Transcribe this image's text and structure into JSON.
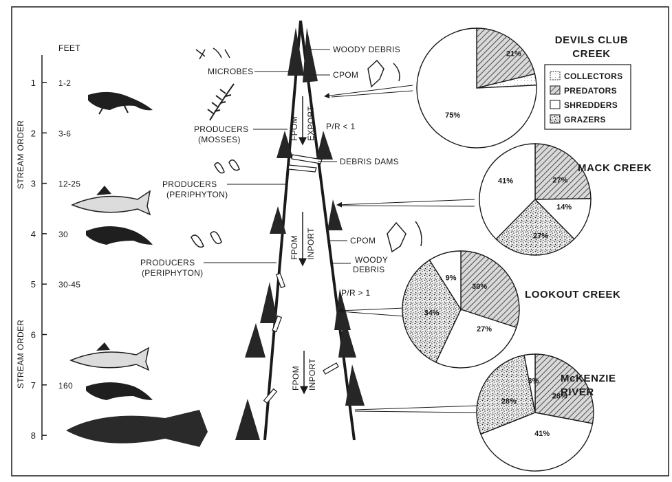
{
  "axis": {
    "feet_header": "FEET",
    "stream_order_label": "STREAM ORDER",
    "orders": [
      "1",
      "2",
      "3",
      "4",
      "5",
      "6",
      "7",
      "8"
    ],
    "feet": [
      "1-2",
      "3-6",
      "12-25",
      "30",
      "30-45",
      "",
      "160",
      ""
    ]
  },
  "labels": {
    "microbes": "MICROBES",
    "woody_debris_top": "WOODY DEBRIS",
    "cpom_top": "CPOM",
    "producers_mosses": "PRODUCERS",
    "mosses_sub": "(MOSSES)",
    "fpom_export": "FPOM",
    "export_word": "EXPORT",
    "pr_lt": "P/R < 1",
    "debris_dams": "DEBRIS DAMS",
    "producers_peri1": "PRODUCERS",
    "peri1_sub": "(PERIPHYTON)",
    "cpom_mid": "CPOM",
    "fpom_import1": "FPOM",
    "import_word1": "INPORT",
    "woody": "WOODY",
    "debris": "DEBRIS",
    "producers_peri2": "PRODUCERS",
    "peri2_sub": "(PERIPHYTON)",
    "pr_gt": "P/R > 1",
    "fpom_import2": "FPOM",
    "import_word2": "INPORT"
  },
  "legend": {
    "items": [
      {
        "name": "COLLECTORS",
        "pattern": "collectors"
      },
      {
        "name": "PREDATORS",
        "pattern": "predators"
      },
      {
        "name": "SHREDDERS",
        "pattern": "shredders"
      },
      {
        "name": "GRAZERS",
        "pattern": "grazers"
      }
    ]
  },
  "pies": [
    {
      "title_lines": [
        "DEVILS CLUB",
        "CREEK"
      ],
      "slices": [
        {
          "group": "predators",
          "value": 21,
          "label": "21%"
        },
        {
          "group": "collectors",
          "value": 3,
          "label": "3%"
        },
        {
          "group": "shredders",
          "value": 75,
          "label": "75%"
        }
      ]
    },
    {
      "title_lines": [
        "MACK CREEK"
      ],
      "slices": [
        {
          "group": "predators",
          "value": 27,
          "label": "27%"
        },
        {
          "group": "shredders",
          "value": 14,
          "label": "14%"
        },
        {
          "group": "grazers",
          "value": 27,
          "label": "27%"
        },
        {
          "group": "shredders",
          "value": 41,
          "label": "41%"
        }
      ]
    },
    {
      "title_lines": [
        "LOOKOUT CREEK"
      ],
      "slices": [
        {
          "group": "predators",
          "value": 30,
          "label": "30%"
        },
        {
          "group": "shredders",
          "value": 27,
          "label": "27%"
        },
        {
          "group": "grazers",
          "value": 34,
          "label": "34%"
        },
        {
          "group": "shredders",
          "value": 9,
          "label": "9%"
        }
      ]
    },
    {
      "title_lines": [
        "McKENZIE",
        "RIVER"
      ],
      "slices": [
        {
          "group": "predators",
          "value": 28,
          "label": "28%"
        },
        {
          "group": "shredders",
          "value": 41,
          "label": "41%"
        },
        {
          "group": "grazers",
          "value": 28,
          "label": "28%"
        },
        {
          "group": "shredders",
          "value": 3,
          "label": "3%"
        }
      ]
    }
  ],
  "colors": {
    "ink": "#1a1a1a",
    "paper": "#ffffff"
  }
}
